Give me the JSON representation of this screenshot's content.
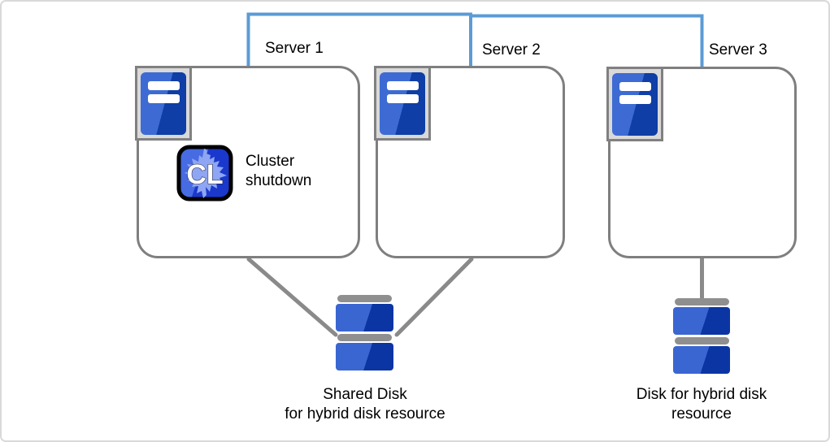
{
  "diagram": {
    "servers": [
      {
        "label": "Server 1"
      },
      {
        "label": "Server 2"
      },
      {
        "label": "Server 3"
      }
    ],
    "cluster_action_label": "Cluster\nshutdown",
    "cl_badge_text": "CL",
    "shared_disk_label": "Shared Disk\nfor hybrid disk resource",
    "hybrid_disk_label": "Disk for hybrid disk\nresource",
    "icons": {
      "server": "server-tower-icon",
      "cluster_badge": "cl-badge-icon",
      "disk": "disk-stack-icon"
    },
    "colors": {
      "network_line": "#5b9bd5",
      "connector_line": "#8a8a8a",
      "box_border": "#7f7f7f",
      "icon_frame_fill": "#d9d9d9",
      "icon_frame_border": "#808080",
      "blue_light": "#3d6bd3",
      "blue_dark": "#0e3ea6",
      "disk_cap_gray": "#8f8f8f",
      "cl_badge_blob": "#8ea6f3"
    }
  }
}
